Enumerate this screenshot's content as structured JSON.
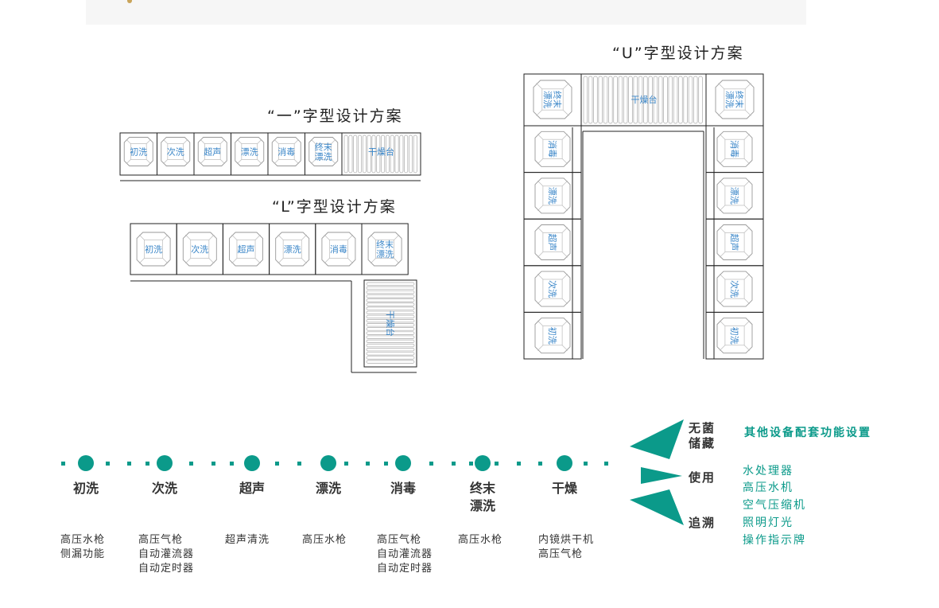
{
  "titles": {
    "u": "“U”字型设计方案",
    "yi": "“一”字型设计方案",
    "l": "“L”字型设计方案"
  },
  "yi_units": [
    "初洗",
    "次洗",
    "超声",
    "漂洗",
    "消毒",
    "终末\n漂洗",
    "干燥台"
  ],
  "l_units": [
    "初洗",
    "次洗",
    "超声",
    "漂洗",
    "消毒",
    "终末\n漂洗",
    "干燥台"
  ],
  "u_units": {
    "top_left": "终末\n漂洗",
    "top_mid": "干燥台",
    "top_right": "终末\n漂洗",
    "left": [
      "消毒",
      "漂洗",
      "超声",
      "次洗",
      "初洗"
    ],
    "right": [
      "消毒",
      "漂洗",
      "超声",
      "次洗",
      "初洗"
    ]
  },
  "process": {
    "stages": [
      {
        "name": "初洗",
        "equipment": "高压水枪\n侧漏功能"
      },
      {
        "name": "次洗",
        "equipment": "高压气枪\n自动灌流器\n自动定时器"
      },
      {
        "name": "超声",
        "equipment": "超声清洗"
      },
      {
        "name": "漂洗",
        "equipment": "高压水枪"
      },
      {
        "name": "消毒",
        "equipment": "高压气枪\n自动灌流器\n自动定时器"
      },
      {
        "name": "终末\n漂洗",
        "equipment": "高压水枪"
      },
      {
        "name": "干燥",
        "equipment": "内镜烘干机\n高压气枪"
      }
    ]
  },
  "storage": {
    "sterile": "无菌\n储藏",
    "use": "使用",
    "trace": "追溯",
    "title": "其他设备配套功能设置",
    "functions": [
      "水处理器",
      "高压水机",
      "空气压缩机",
      "照明灯光",
      "操作指示牌"
    ]
  },
  "colors": {
    "accent": "#0b9a8a",
    "label_blue": "#3a86c8",
    "line": "#222222"
  }
}
